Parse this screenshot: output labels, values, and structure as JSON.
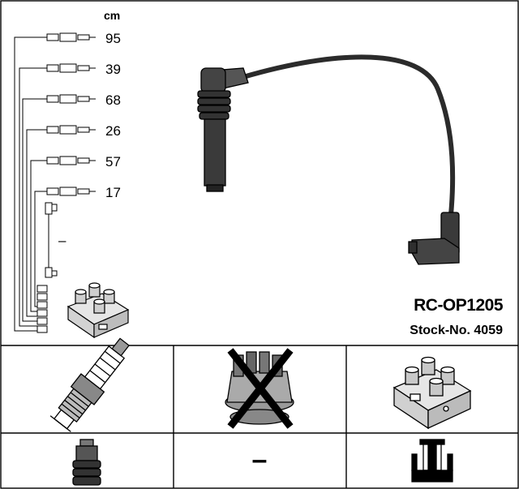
{
  "kit": {
    "unit_label": "cm",
    "lengths": [
      "95",
      "39",
      "68",
      "26",
      "57",
      "17"
    ],
    "loose_mark": "–",
    "code": "RC-OP1205",
    "stock_line": "Stock-No. 4059"
  },
  "icons": {
    "spark_plug": "spark-plug-icon",
    "distributor_cap_excluded": "distributor-cap-crossed-icon",
    "ignition_coil": "ignition-coil-icon",
    "plug_boot": "plug-boot-icon",
    "not_applicable": "–",
    "connector_type": "connector-type-icon"
  },
  "colors": {
    "line": "#000000",
    "background": "#ffffff",
    "cable": "#2b2b2b"
  }
}
